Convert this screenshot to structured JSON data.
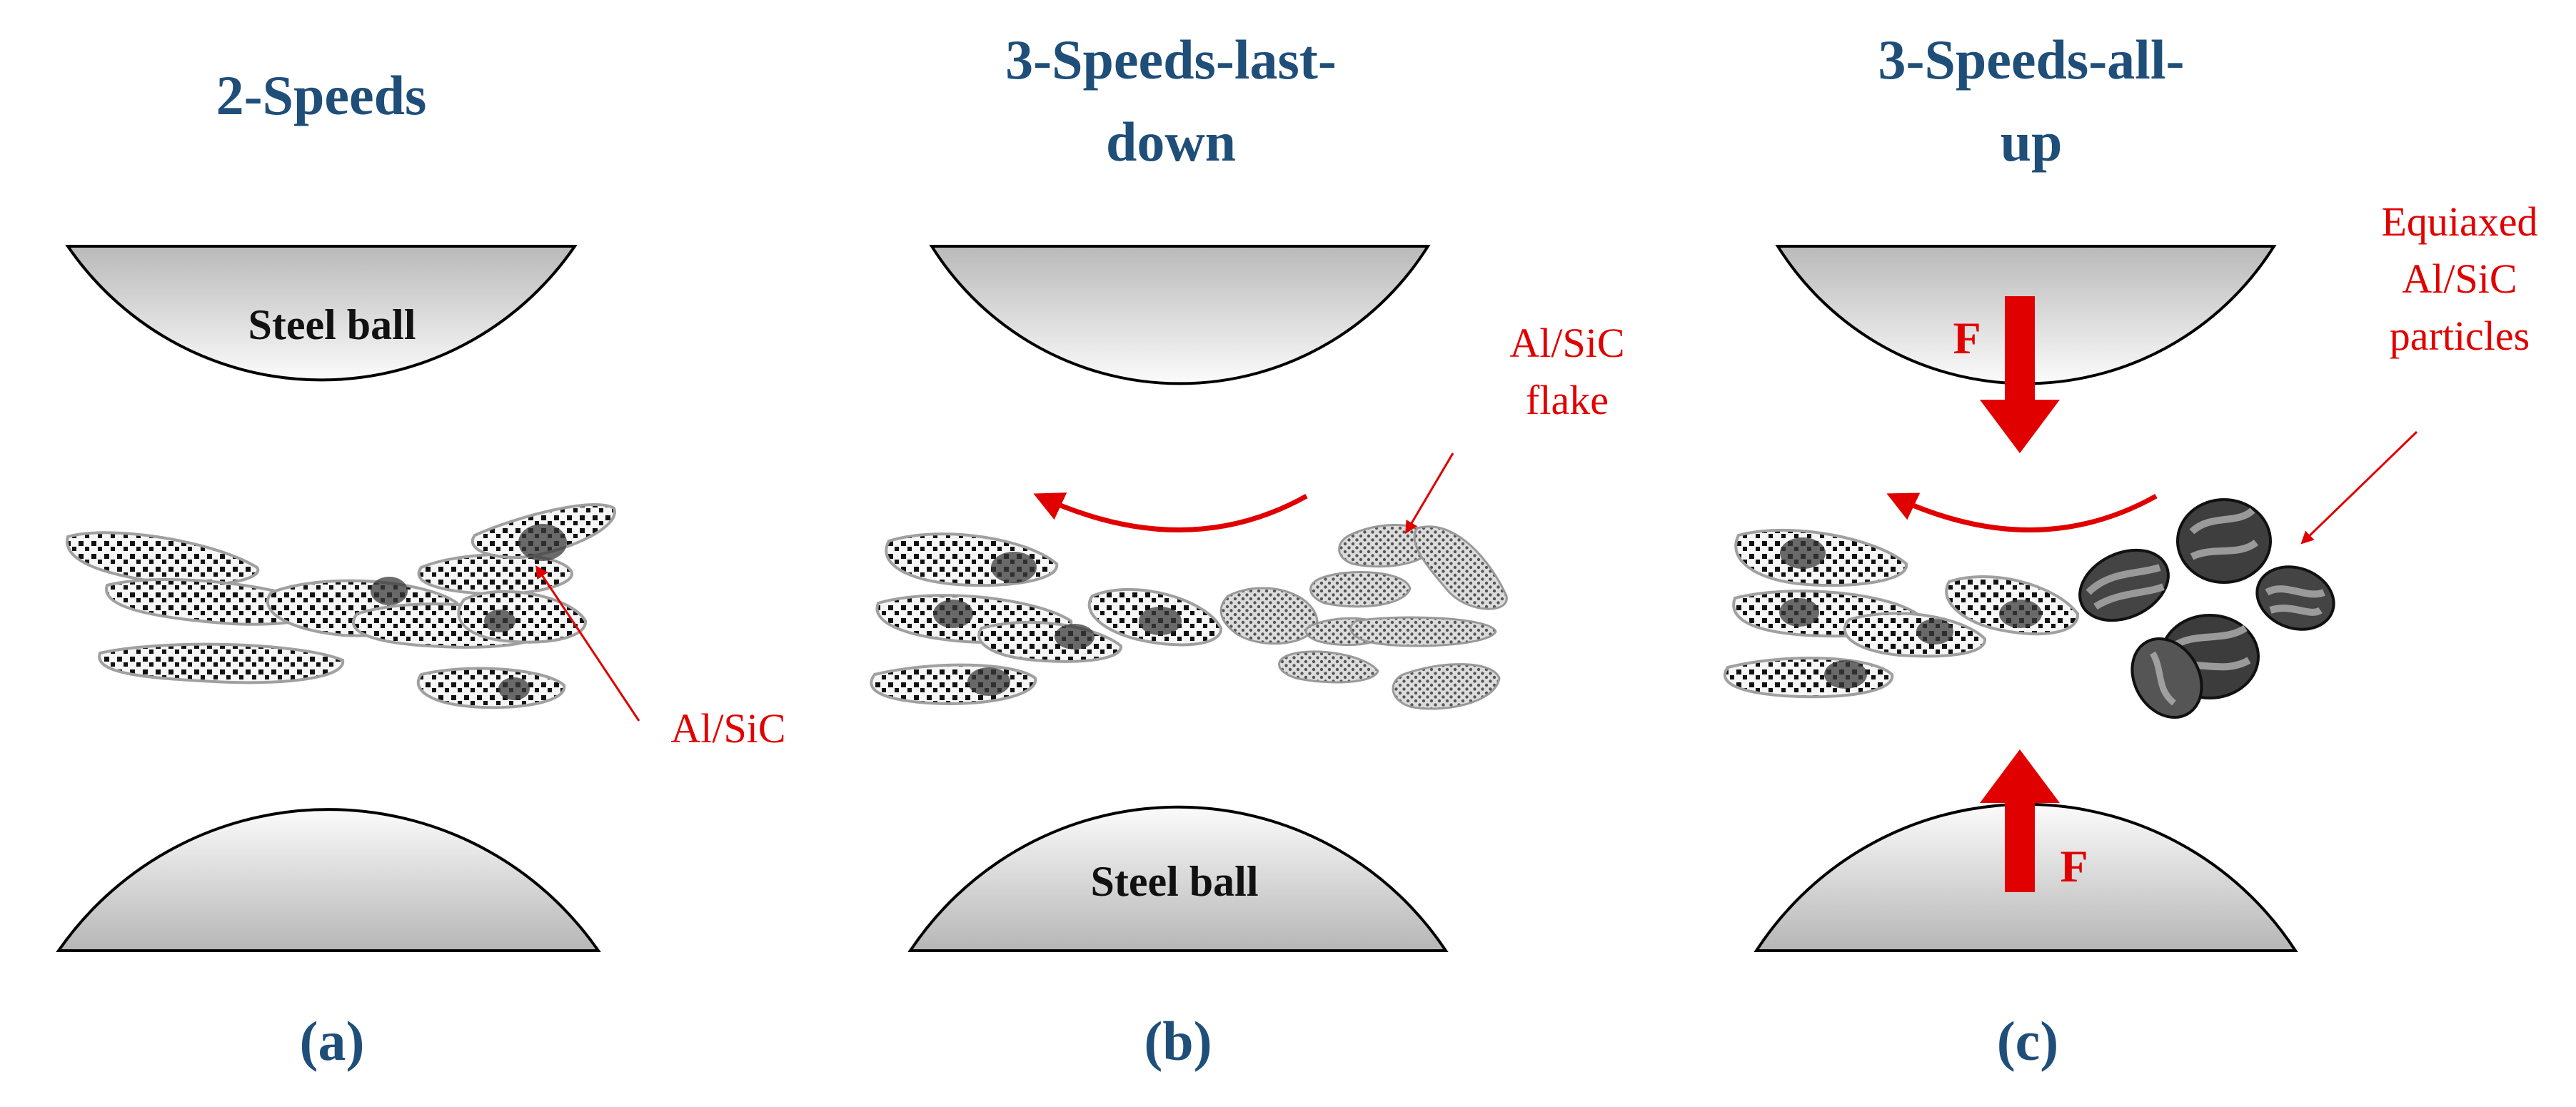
{
  "figure": {
    "panels": [
      {
        "title_line1": "2-Speeds",
        "title_line2": "",
        "caption": "(a)",
        "ball_label": "Steel ball",
        "note_line1": "Al/SiC",
        "note_line2": "",
        "note_line3": ""
      },
      {
        "title_line1": "3-Speeds-last-",
        "title_line2": "down",
        "caption": "(b)",
        "ball_label": "Steel ball",
        "note_line1": "Al/SiC",
        "note_line2": "flake",
        "note_line3": ""
      },
      {
        "title_line1": "3-Speeds-all-",
        "title_line2": "up",
        "caption": "(c)",
        "force_top": "F",
        "force_bottom": "F",
        "note_line1": "Equiaxed",
        "note_line2": "Al/SiC",
        "note_line3": "particles"
      }
    ],
    "colors": {
      "title": "#1f4e79",
      "annotation": "#e00000",
      "ball_light": "#fafafa",
      "ball_dark": "#b4b4b4"
    }
  }
}
